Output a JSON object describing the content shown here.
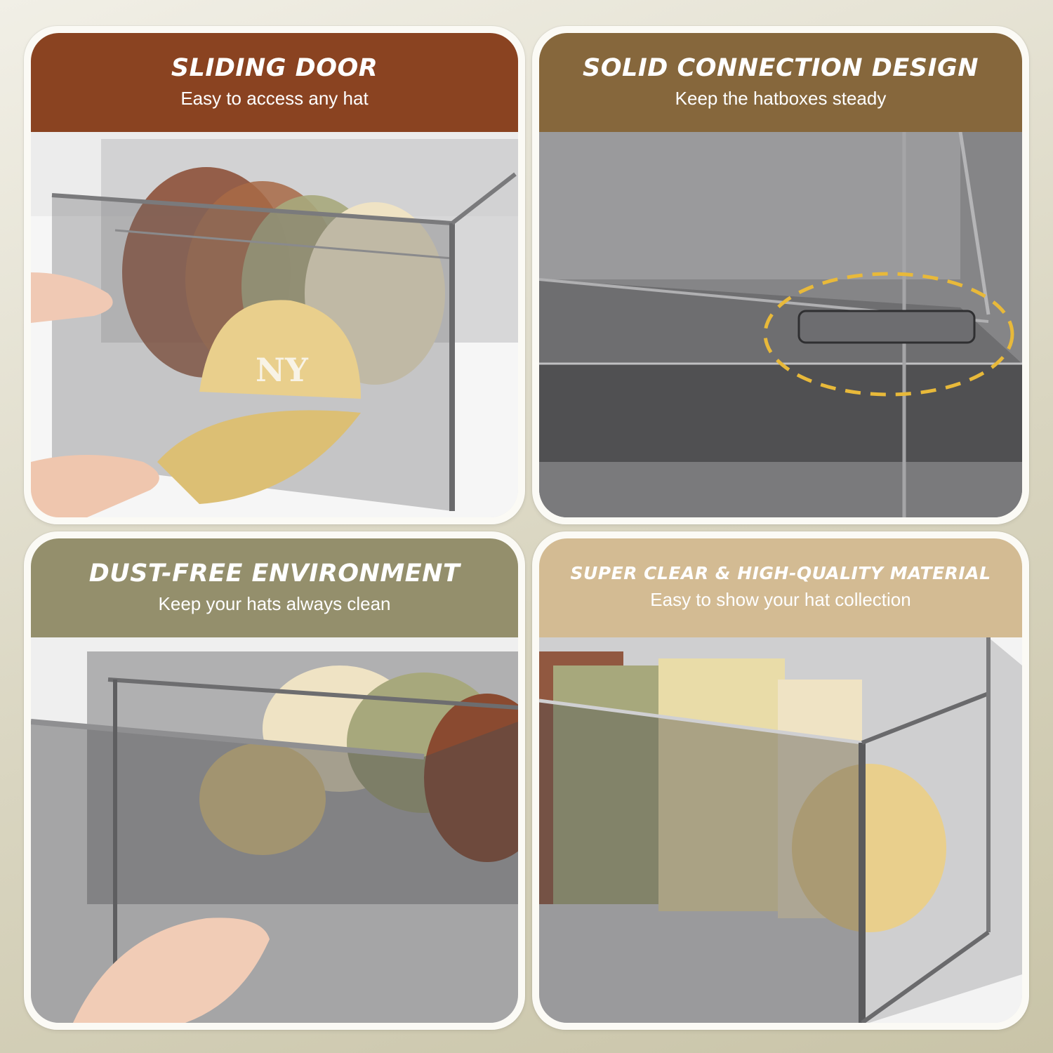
{
  "panels": [
    {
      "title": "SLIDING DOOR",
      "subtitle": "Easy to access any hat",
      "banner_color": "#8a4321"
    },
    {
      "title": "SOLID CONNECTION DESIGN",
      "subtitle": "Keep the hatboxes steady",
      "banner_color": "#86673c"
    },
    {
      "title": "DUST-FREE ENVIRONMENT",
      "subtitle": "Keep your hats always clean",
      "banner_color": "#948f6c"
    },
    {
      "title": "SUPER CLEAR & HIGH-QUALITY MATERIAL",
      "subtitle": "Easy to show your hat collection",
      "banner_color": "#d3bb93"
    }
  ],
  "colors": {
    "highlight_ring": "#e8b93a",
    "acrylic_smoke": "#4b4b4d",
    "cap_khaki": "#e9cf8c",
    "cap_brown": "#8a4a30",
    "cap_olive": "#a7a87c",
    "cap_cream": "#efe3c4"
  },
  "cap_logo": "NY"
}
